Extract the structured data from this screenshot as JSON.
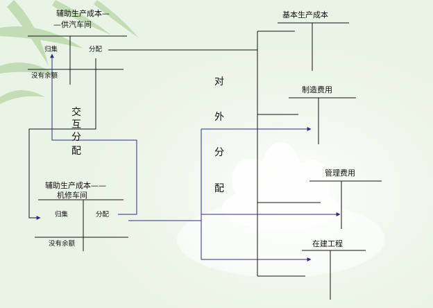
{
  "diagram": {
    "account_gongqi": {
      "title_line1": "辅助生产成本—",
      "title_line2": "—供汽车间",
      "debit": "归集",
      "credit": "分配",
      "balance": "没有余额"
    },
    "account_jixiu": {
      "title_line1": "辅助生产成本——",
      "title_line2": "机修车间",
      "debit": "归集",
      "credit": "分配",
      "balance": "没有余额"
    },
    "targets": {
      "basic_production": "基本生产成本",
      "manufacturing_overhead": "制造费用",
      "management_expenses": "管理费用",
      "construction_in_progress": "在建工程"
    },
    "mutual_allocation": [
      "交",
      "互",
      "分",
      "配"
    ],
    "external_allocation": [
      "对",
      "外",
      "分",
      "配"
    ]
  },
  "colors": {
    "line": "#111111",
    "arrow": "#2c2c86",
    "background": "#eaf4e6"
  }
}
